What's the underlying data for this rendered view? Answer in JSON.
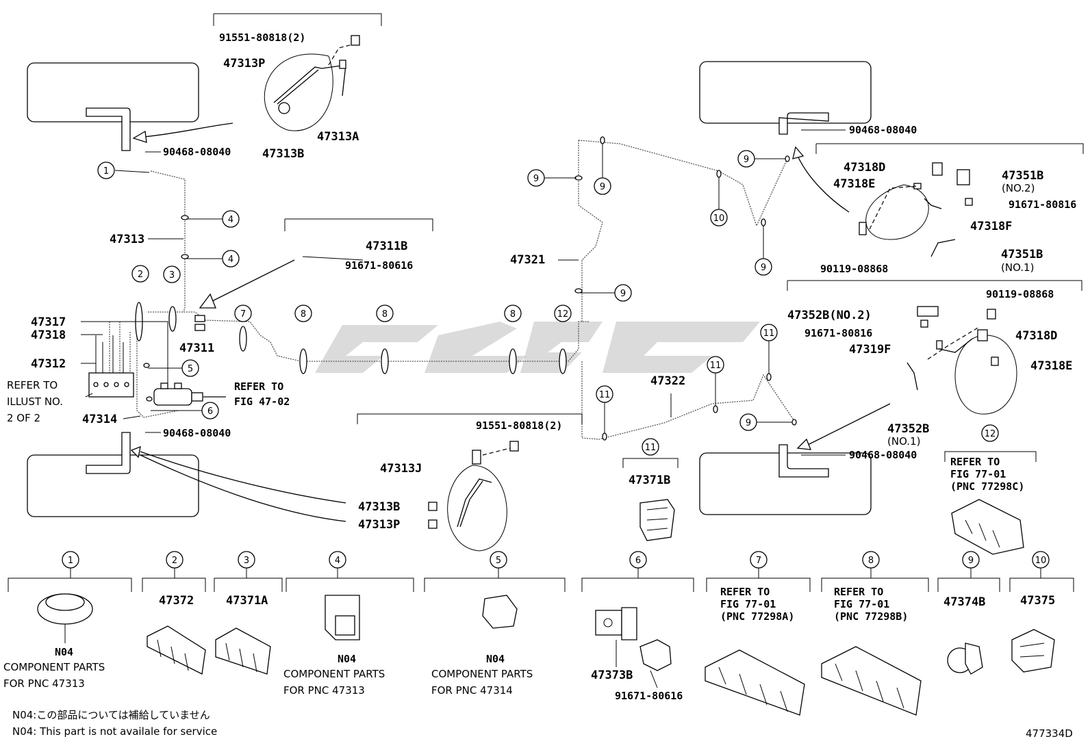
{
  "diagram_code": "477334D",
  "notes": {
    "jp": "N04:この部品については補給していません",
    "en": "N04: This part is not availale for service"
  },
  "refer_illust": [
    "REFER TO",
    "ILLUST NO.",
    "2 OF 2"
  ],
  "refer_fig_47_02": [
    "REFER TO",
    "FIG 47-02"
  ],
  "callouts": [
    "1",
    "2",
    "3",
    "4",
    "4",
    "5",
    "6",
    "7",
    "8",
    "8",
    "8",
    "12",
    "9",
    "9",
    "9",
    "9",
    "9",
    "9",
    "10",
    "11",
    "11",
    "11",
    "9"
  ],
  "labels": {
    "p91551_80818_top": "91551-80818(2)",
    "p47313P_top": "47313P",
    "p47313A": "47313A",
    "p47313B_top": "47313B",
    "p90468_08040_a": "90468-08040",
    "p47313": "47313",
    "p47311B": "47311B",
    "p91671_80616_mid": "91671-80616",
    "p47317": "47317",
    "p47318": "47318",
    "p47311": "47311",
    "p47312": "47312",
    "p47314": "47314",
    "p90468_08040_b": "90468-08040",
    "p91551_80818_low": "91551-80818(2)",
    "p47313J": "47313J",
    "p47313B_low": "47313B",
    "p47313P_low": "47313P",
    "p47321": "47321",
    "p47322": "47322",
    "p90468_08040_c": "90468-08040",
    "p47318D_top": "47318D",
    "p47318E_top": "47318E",
    "p47351B_no2": "47351B",
    "no2_a": "(NO.2)",
    "p91671_80816_top": "91671-80816",
    "p47318F": "47318F",
    "p47351B_no1": "47351B",
    "no1_a": "(NO.1)",
    "p90119_08868_left": "90119-08868",
    "p90119_08868_right": "90119-08868",
    "p47352B_no2": "47352B(NO.2)",
    "p91671_80816_low": "91671-80816",
    "p47319F": "47319F",
    "p47318D_low": "47318D",
    "p47318E_low": "47318E",
    "p47352B_no1": "47352B",
    "no1_b": "(NO.1)",
    "p90468_08040_d": "90468-08040",
    "p47371B": "47371B"
  },
  "refer_77298C": [
    "REFER TO",
    "FIG 77-01",
    "(PNC 77298C)"
  ],
  "legend": [
    {
      "num": "1",
      "part": "",
      "lines": [
        "N04",
        "COMPONENT PARTS",
        "FOR PNC 47313"
      ]
    },
    {
      "num": "2",
      "part": "47372",
      "lines": []
    },
    {
      "num": "3",
      "part": "47371A",
      "lines": []
    },
    {
      "num": "4",
      "part": "",
      "lines": [
        "N04",
        "COMPONENT PARTS",
        "FOR PNC 47313"
      ]
    },
    {
      "num": "5",
      "part": "",
      "lines": [
        "N04",
        "COMPONENT PARTS",
        "FOR PNC 47314"
      ]
    },
    {
      "num": "6",
      "part": "47373B",
      "lines": [
        "91671-80616"
      ]
    },
    {
      "num": "7",
      "part": "",
      "lines": [
        "REFER TO",
        "FIG 77-01",
        "(PNC 77298A)"
      ]
    },
    {
      "num": "8",
      "part": "",
      "lines": [
        "REFER TO",
        "FIG 77-01",
        "(PNC 77298B)"
      ]
    },
    {
      "num": "9",
      "part": "47374B",
      "lines": []
    },
    {
      "num": "10",
      "part": "47375",
      "lines": []
    }
  ]
}
